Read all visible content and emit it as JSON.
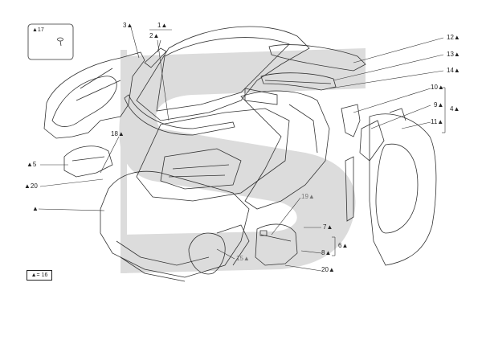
{
  "callouts": {
    "c1": "1▲",
    "c2": "2▲",
    "c3": "3▲",
    "c4": "4▲",
    "c5": "▲5",
    "c6": "6▲",
    "c7": "7▲",
    "c8": "8▲",
    "c9": "9▲",
    "c10": "10▲",
    "c11": "11▲",
    "c12": "12▲",
    "c13": "13▲",
    "c14": "14▲",
    "c15": "15▲",
    "c17": "▲17",
    "c18": "18▲",
    "c19": "19▲",
    "c20a": "▲20",
    "c20b": "20▲",
    "c_body": "▲"
  },
  "legend": {
    "text": "▲= 16"
  }
}
